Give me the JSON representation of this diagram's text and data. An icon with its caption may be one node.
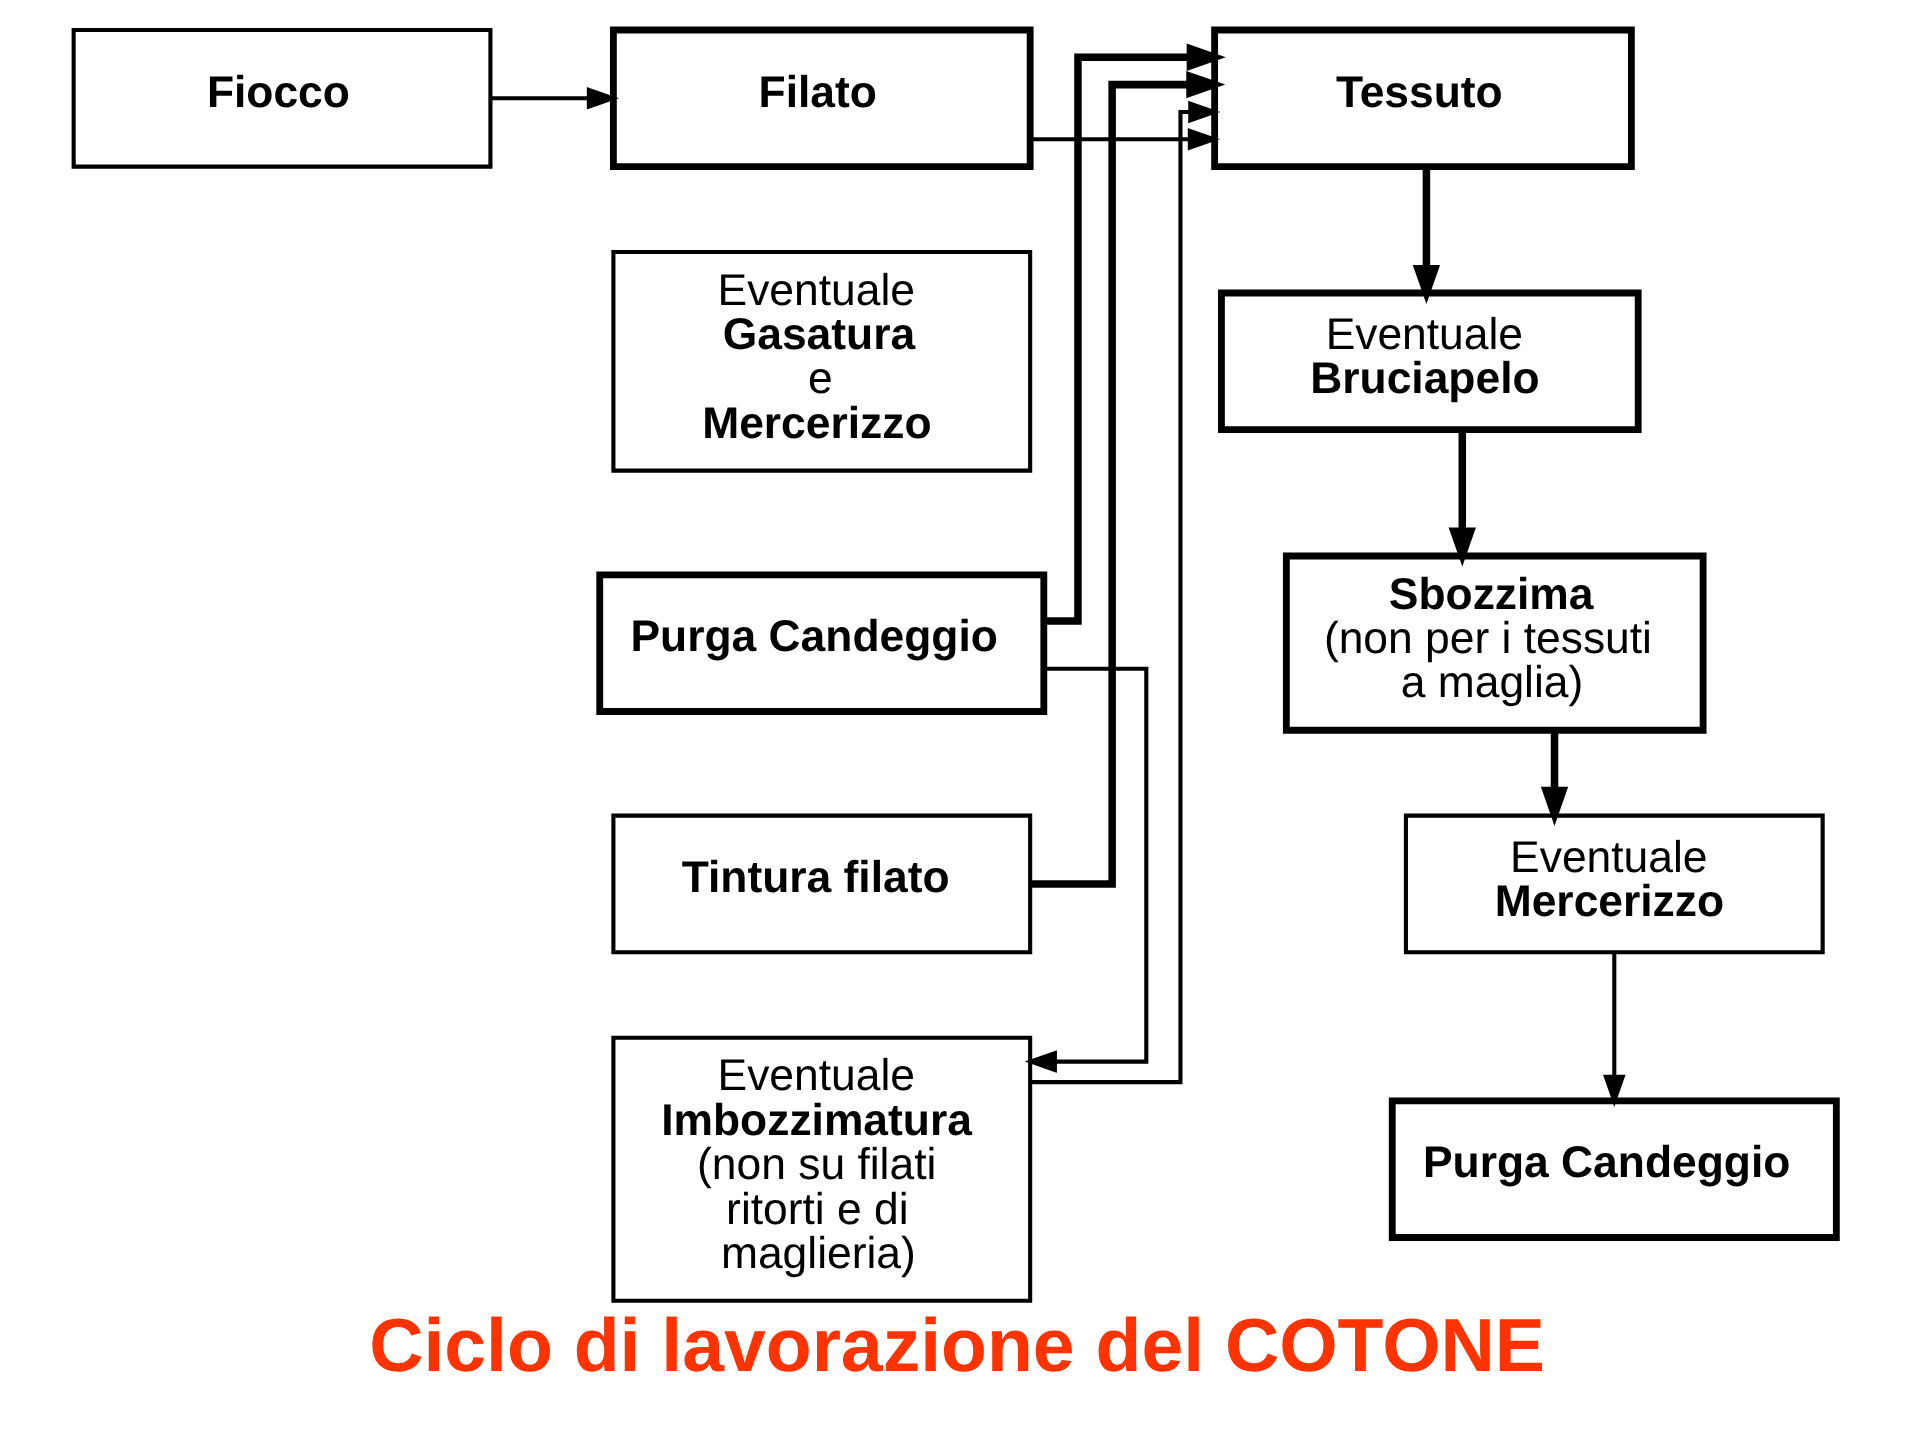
{
  "diagram": {
    "caption": "Ciclo di lavorazione del COTONE",
    "nodes": [
      {
        "text": [
          "Fiocco"
        ]
      },
      {
        "text": [
          "Filato"
        ]
      },
      {
        "text": [
          "Tessuto"
        ]
      },
      {
        "text": [
          "Eventuale",
          "Gasatura",
          "e",
          "Mercerizzo"
        ]
      },
      {
        "text": [
          "Purga Candeggio"
        ]
      },
      {
        "text": [
          "Tintura filato"
        ]
      },
      {
        "text": [
          "Eventuale",
          "Imbozzimatura",
          "(non su filati ritorti e di maglieria)"
        ]
      },
      {
        "text": [
          "Eventuale",
          "Bruciapelo"
        ]
      },
      {
        "text": [
          "Sbozzima",
          "(non per i tessuti a maglia)"
        ]
      },
      {
        "text": [
          "Eventuale",
          "Mercerizzo"
        ]
      },
      {
        "text": [
          "Purga Candeggio"
        ]
      }
    ],
    "edges": [
      {
        "from": 0,
        "to": 1,
        "arrow": "to"
      },
      {
        "from": 1,
        "to": 2,
        "arrow": "to"
      },
      {
        "from": 4,
        "to": 2,
        "arrow": "to",
        "style": "thick"
      },
      {
        "from": 5,
        "to": 2,
        "arrow": "to",
        "style": "thick"
      },
      {
        "from": 6,
        "to": 2,
        "arrow": "to"
      },
      {
        "from": 4,
        "to": 6,
        "arrow": "to"
      },
      {
        "from": 2,
        "to": 7,
        "arrow": "to",
        "style": "thick"
      },
      {
        "from": 7,
        "to": 8,
        "arrow": "to",
        "style": "thick"
      },
      {
        "from": 8,
        "to": 9,
        "arrow": "to",
        "style": "thick"
      },
      {
        "from": 9,
        "to": 10,
        "arrow": "to"
      }
    ]
  }
}
